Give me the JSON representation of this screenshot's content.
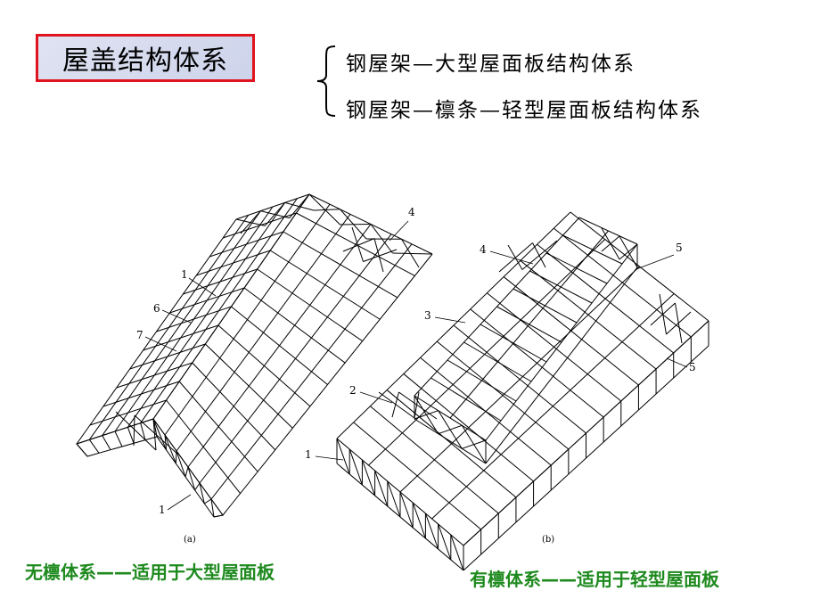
{
  "title": "屋盖结构体系",
  "systems": {
    "line1": "钢屋架—大型屋面板结构体系",
    "line2": "钢屋架—檩条—轻型屋面板结构体系"
  },
  "captions": {
    "left": "无檩体系——适用于大型屋面板",
    "right": "有檩体系——适用于轻型屋面板"
  },
  "figure_a": {
    "subcaption": "(a)",
    "labels": [
      "1",
      "6",
      "7",
      "1",
      "4"
    ]
  },
  "figure_b": {
    "subcaption": "(b)",
    "labels": [
      "4",
      "5",
      "3",
      "2",
      "1",
      "5"
    ]
  },
  "colors": {
    "title_border": "#e0141e",
    "title_fill": "#d6dbee",
    "caption_green": "#1e8a1e"
  }
}
